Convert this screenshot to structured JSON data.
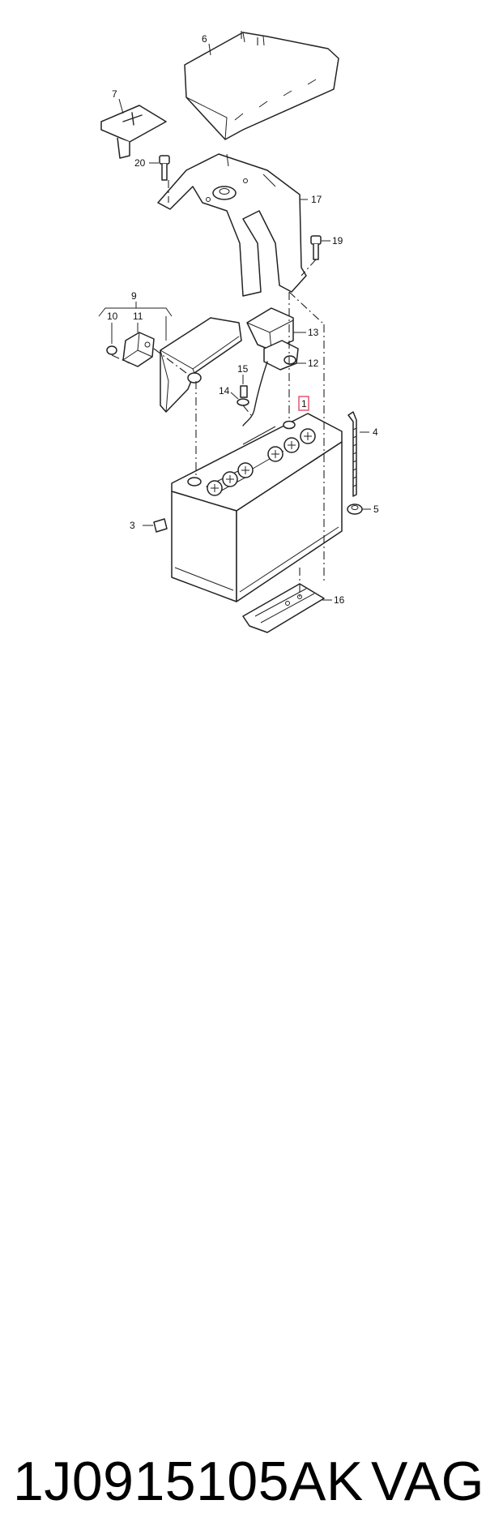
{
  "diagram": {
    "callouts": {
      "c1": "1",
      "c3": "3",
      "c4": "4",
      "c5": "5",
      "c6": "6",
      "c7": "7",
      "c9": "9",
      "c10": "10",
      "c11": "11",
      "c12": "12",
      "c13": "13",
      "c14": "14",
      "c15": "15",
      "c16": "16",
      "c17": "17",
      "c19": "19",
      "c20": "20"
    },
    "highlight_color": "#e23b5a"
  },
  "caption": {
    "part_number": "1J0915105AK",
    "brand": "VAG"
  }
}
